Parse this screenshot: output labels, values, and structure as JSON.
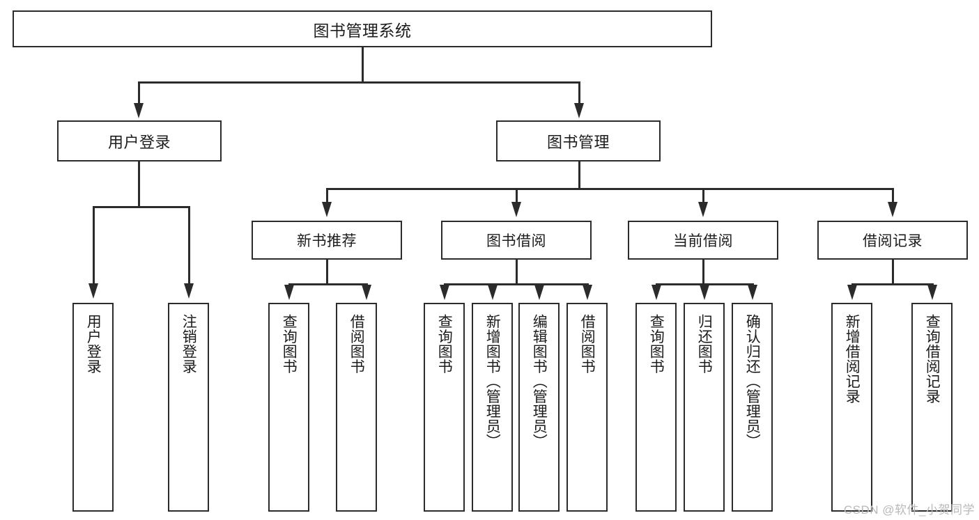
{
  "diagram": {
    "title": "图书管理系统",
    "watermark": "CSDN @软件_小贺同学",
    "type": "tree-hierarchy-diagram",
    "colors": {
      "stroke": "#2b2b2b",
      "fill": "#ffffff",
      "text": "#1c1c1c",
      "watermark": "#b9b9b9"
    },
    "root": {
      "label": "图书管理系统"
    },
    "level1": [
      {
        "id": "user-login",
        "label": "用户登录"
      },
      {
        "id": "book-management",
        "label": "图书管理"
      }
    ],
    "level2": [
      {
        "id": "new-book-recommend",
        "label": "新书推荐",
        "parent": "book-management"
      },
      {
        "id": "book-borrow",
        "label": "图书借阅",
        "parent": "book-management"
      },
      {
        "id": "current-borrow",
        "label": "当前借阅",
        "parent": "book-management"
      },
      {
        "id": "borrow-record",
        "label": "借阅记录",
        "parent": "book-management"
      }
    ],
    "leaves": {
      "user_login": [
        {
          "id": "leaf-user-login",
          "label": "用户登录"
        },
        {
          "id": "leaf-logout-login",
          "label": "注销登录"
        }
      ],
      "new_book_recommend": [
        {
          "id": "leaf-query-book-1",
          "label": "查询图书"
        },
        {
          "id": "leaf-borrow-book-1",
          "label": "借阅图书"
        }
      ],
      "book_borrow": [
        {
          "id": "leaf-query-book-2",
          "label": "查询图书"
        },
        {
          "id": "leaf-add-book",
          "label": "新增图书（管理员）"
        },
        {
          "id": "leaf-edit-book",
          "label": "编辑图书（管理员）"
        },
        {
          "id": "leaf-borrow-book-2",
          "label": "借阅图书"
        }
      ],
      "current_borrow": [
        {
          "id": "leaf-query-book-3",
          "label": "查询图书"
        },
        {
          "id": "leaf-return-book",
          "label": "归还图书"
        },
        {
          "id": "leaf-confirm-return",
          "label": "确认归还（管理员）"
        }
      ],
      "borrow_record": [
        {
          "id": "leaf-add-record",
          "label": "新增借阅记录"
        },
        {
          "id": "leaf-query-record",
          "label": "查询借阅记录"
        }
      ]
    }
  }
}
